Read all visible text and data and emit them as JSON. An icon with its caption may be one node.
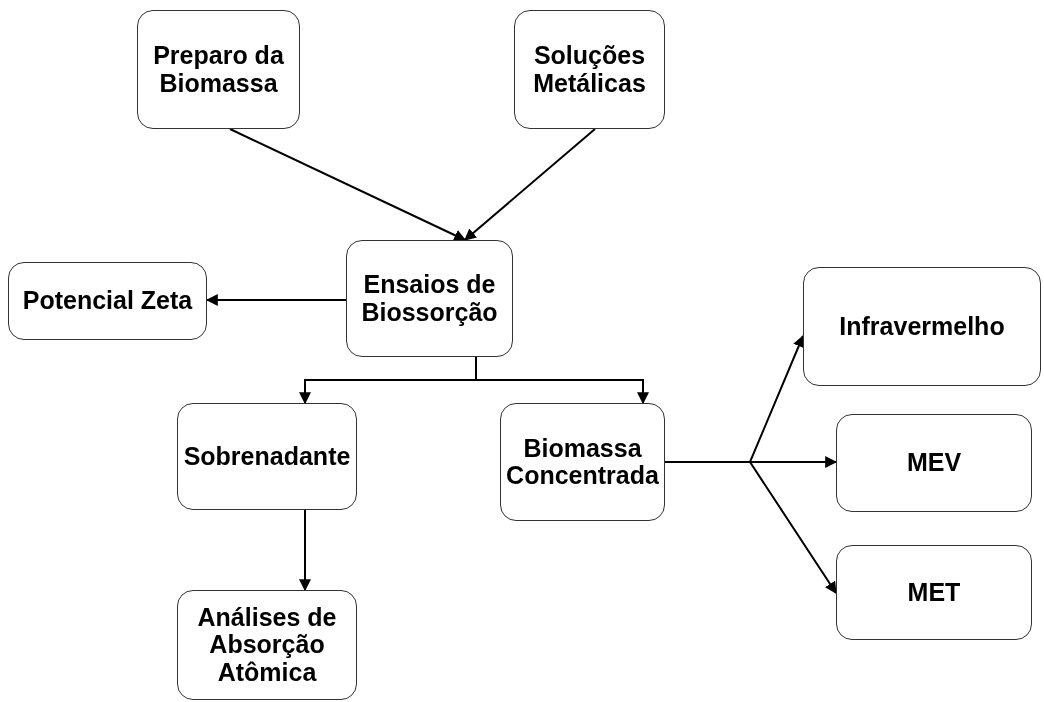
{
  "diagram": {
    "nodes": [
      {
        "text": [
          "Preparo da Biomassa"
        ]
      },
      {
        "text": [
          "Soluções Metálicas"
        ]
      },
      {
        "text": [
          "Ensaios de Biossorção"
        ]
      },
      {
        "text": [
          "Potencial Zeta"
        ]
      },
      {
        "text": [
          "Sobrenadante"
        ]
      },
      {
        "text": [
          "Biomassa Concentrada"
        ]
      },
      {
        "text": [
          "Análises de Absorção Atômica"
        ]
      },
      {
        "text": [
          "Infravermelho"
        ]
      },
      {
        "text": [
          "MEV"
        ]
      },
      {
        "text": [
          "MET"
        ]
      }
    ],
    "edges": [
      {
        "from": 0,
        "to": 2,
        "arrow": "to"
      },
      {
        "from": 1,
        "to": 2,
        "arrow": "to"
      },
      {
        "from": 2,
        "to": 3,
        "arrow": "to"
      },
      {
        "from": 2,
        "to": 4,
        "arrow": "to"
      },
      {
        "from": 2,
        "to": 5,
        "arrow": "to"
      },
      {
        "from": 4,
        "to": 6,
        "arrow": "to"
      },
      {
        "from": 5,
        "to": 7,
        "arrow": "to"
      },
      {
        "from": 5,
        "to": 8,
        "arrow": "to"
      },
      {
        "from": 5,
        "to": 9,
        "arrow": "to"
      }
    ]
  }
}
